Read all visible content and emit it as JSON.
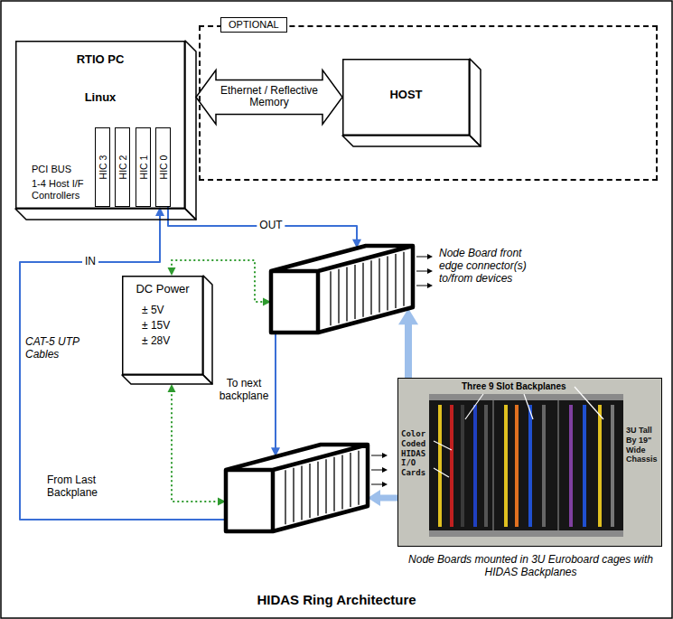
{
  "diagram": {
    "title": "HIDAS Ring Architecture",
    "nodes": [
      {
        "text": [
          "RTIO PC",
          "Linux",
          "PCI BUS",
          "1-4 Host I/F Controllers"
        ]
      },
      {
        "text": [
          "HIC 3"
        ],
        "in": 0
      },
      {
        "text": [
          "HIC 2"
        ],
        "in": 0
      },
      {
        "text": [
          "HIC 1"
        ],
        "in": 0
      },
      {
        "text": [
          "HIC 0"
        ],
        "in": 0
      },
      {
        "text": [
          "OPTIONAL"
        ]
      },
      {
        "text": [
          "HOST"
        ],
        "in": 5
      },
      {
        "text": [
          "Node Board front edge connector(s) to/from devices"
        ]
      },
      {
        "text": [
          "DC Power",
          "± 5V",
          "± 15V",
          "± 28V"
        ]
      },
      {
        "text": [
          "Three 9 Slot Backplanes",
          "Color Coded HIDAS I/O Cards",
          "3U Tall By 19\" Wide Chassis",
          "Node Boards mounted in 3U Euroboard cages with HIDAS Backplanes"
        ]
      },
      {
        "text": [
          "From Last Backplane"
        ]
      }
    ],
    "edges": [
      {
        "from": 0,
        "to": 6,
        "arrow": "both",
        "label": "Ethernet / Reflective Memory"
      },
      {
        "from": 4,
        "to": 7,
        "arrow": "to",
        "label": "OUT"
      },
      {
        "from": 7,
        "to": 10,
        "arrow": "to",
        "label": "To next backplane"
      },
      {
        "from": 10,
        "to": 4,
        "arrow": "to",
        "label": "IN"
      },
      {
        "from": 8,
        "to": 7,
        "arrow": "both"
      },
      {
        "from": 8,
        "to": 10,
        "arrow": "both"
      },
      {
        "from": 9,
        "to": 7,
        "arrow": "to"
      },
      {
        "from": 9,
        "to": 10,
        "arrow": "to"
      }
    ],
    "labels": [
      "CAT-5 UTP Cables"
    ]
  }
}
